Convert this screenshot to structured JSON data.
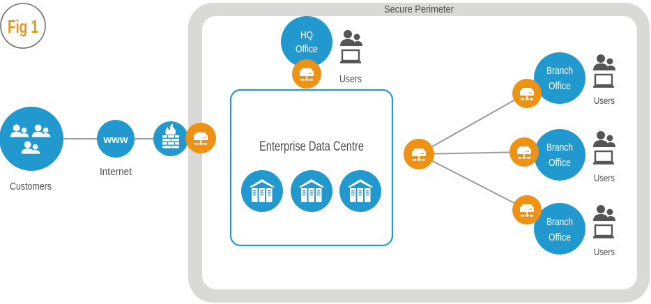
{
  "figure": {
    "label": "Fig 1",
    "perimeter_label": "Secure Perimeter",
    "datacentre_label": "Enterprise Data Centre"
  },
  "nodes": {
    "customers": {
      "label": "Customers",
      "icon": "users-group-icon"
    },
    "internet": {
      "label": "Internet",
      "icon_text": "www"
    },
    "firewall": {
      "icon": "firewall-icon"
    },
    "hq": {
      "line1": "HQ",
      "line2": "Office",
      "users_label": "Users"
    },
    "branches": [
      {
        "line1": "Branch",
        "line2": "Office",
        "users_label": "Users"
      },
      {
        "line1": "Branch",
        "line2": "Office",
        "users_label": "Users"
      },
      {
        "line1": "Branch",
        "line2": "Office",
        "users_label": "Users"
      }
    ],
    "servers": [
      "datacentre-icon",
      "datacentre-icon",
      "datacentre-icon"
    ]
  },
  "colors": {
    "blue": "#2199cf",
    "orange": "#ee9216",
    "perimeter": "#d9d9d8",
    "text_dark": "#4d4d4d",
    "line": "#9a9a9a"
  }
}
